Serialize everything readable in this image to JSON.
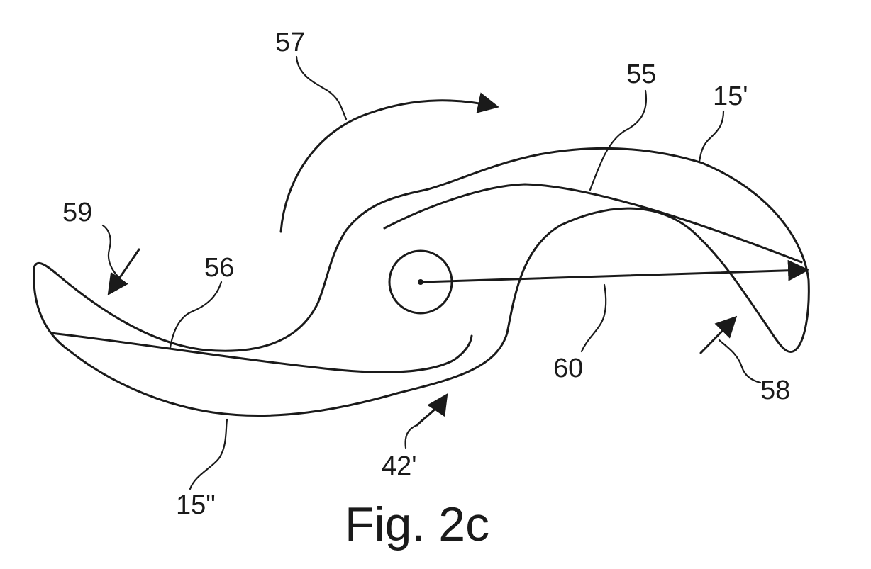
{
  "labels": {
    "ref_57": "57",
    "ref_55": "55",
    "ref_15_prime": "15'",
    "ref_59": "59",
    "ref_56": "56",
    "ref_60": "60",
    "ref_58": "58",
    "ref_42_prime": "42'",
    "ref_15_double_prime": "15\""
  },
  "caption": "Fig. 2c"
}
